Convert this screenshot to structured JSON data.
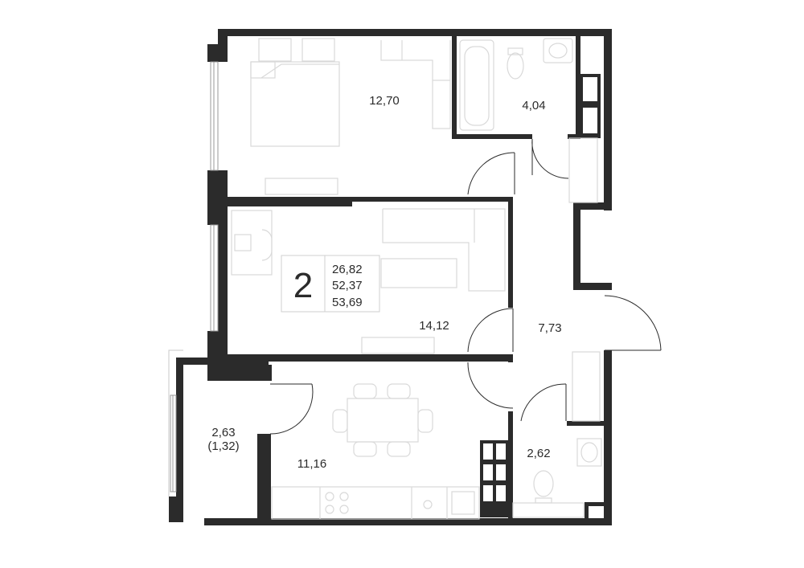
{
  "plan": {
    "rooms_count": "2",
    "totals": {
      "living": "26,82",
      "total": "52,37",
      "total_with_balcony": "53,69"
    },
    "rooms": {
      "bedroom": "12,70",
      "bathroom": "4,04",
      "living_room": "14,12",
      "hallway": "7,73",
      "balcony": "2,63",
      "balcony_reduced": "(1,32)",
      "kitchen": "11,16",
      "toilet": "2,62"
    },
    "colors": {
      "wall": "#2b2b2b",
      "furniture": "#d9d9d9",
      "background": "#ffffff"
    }
  }
}
